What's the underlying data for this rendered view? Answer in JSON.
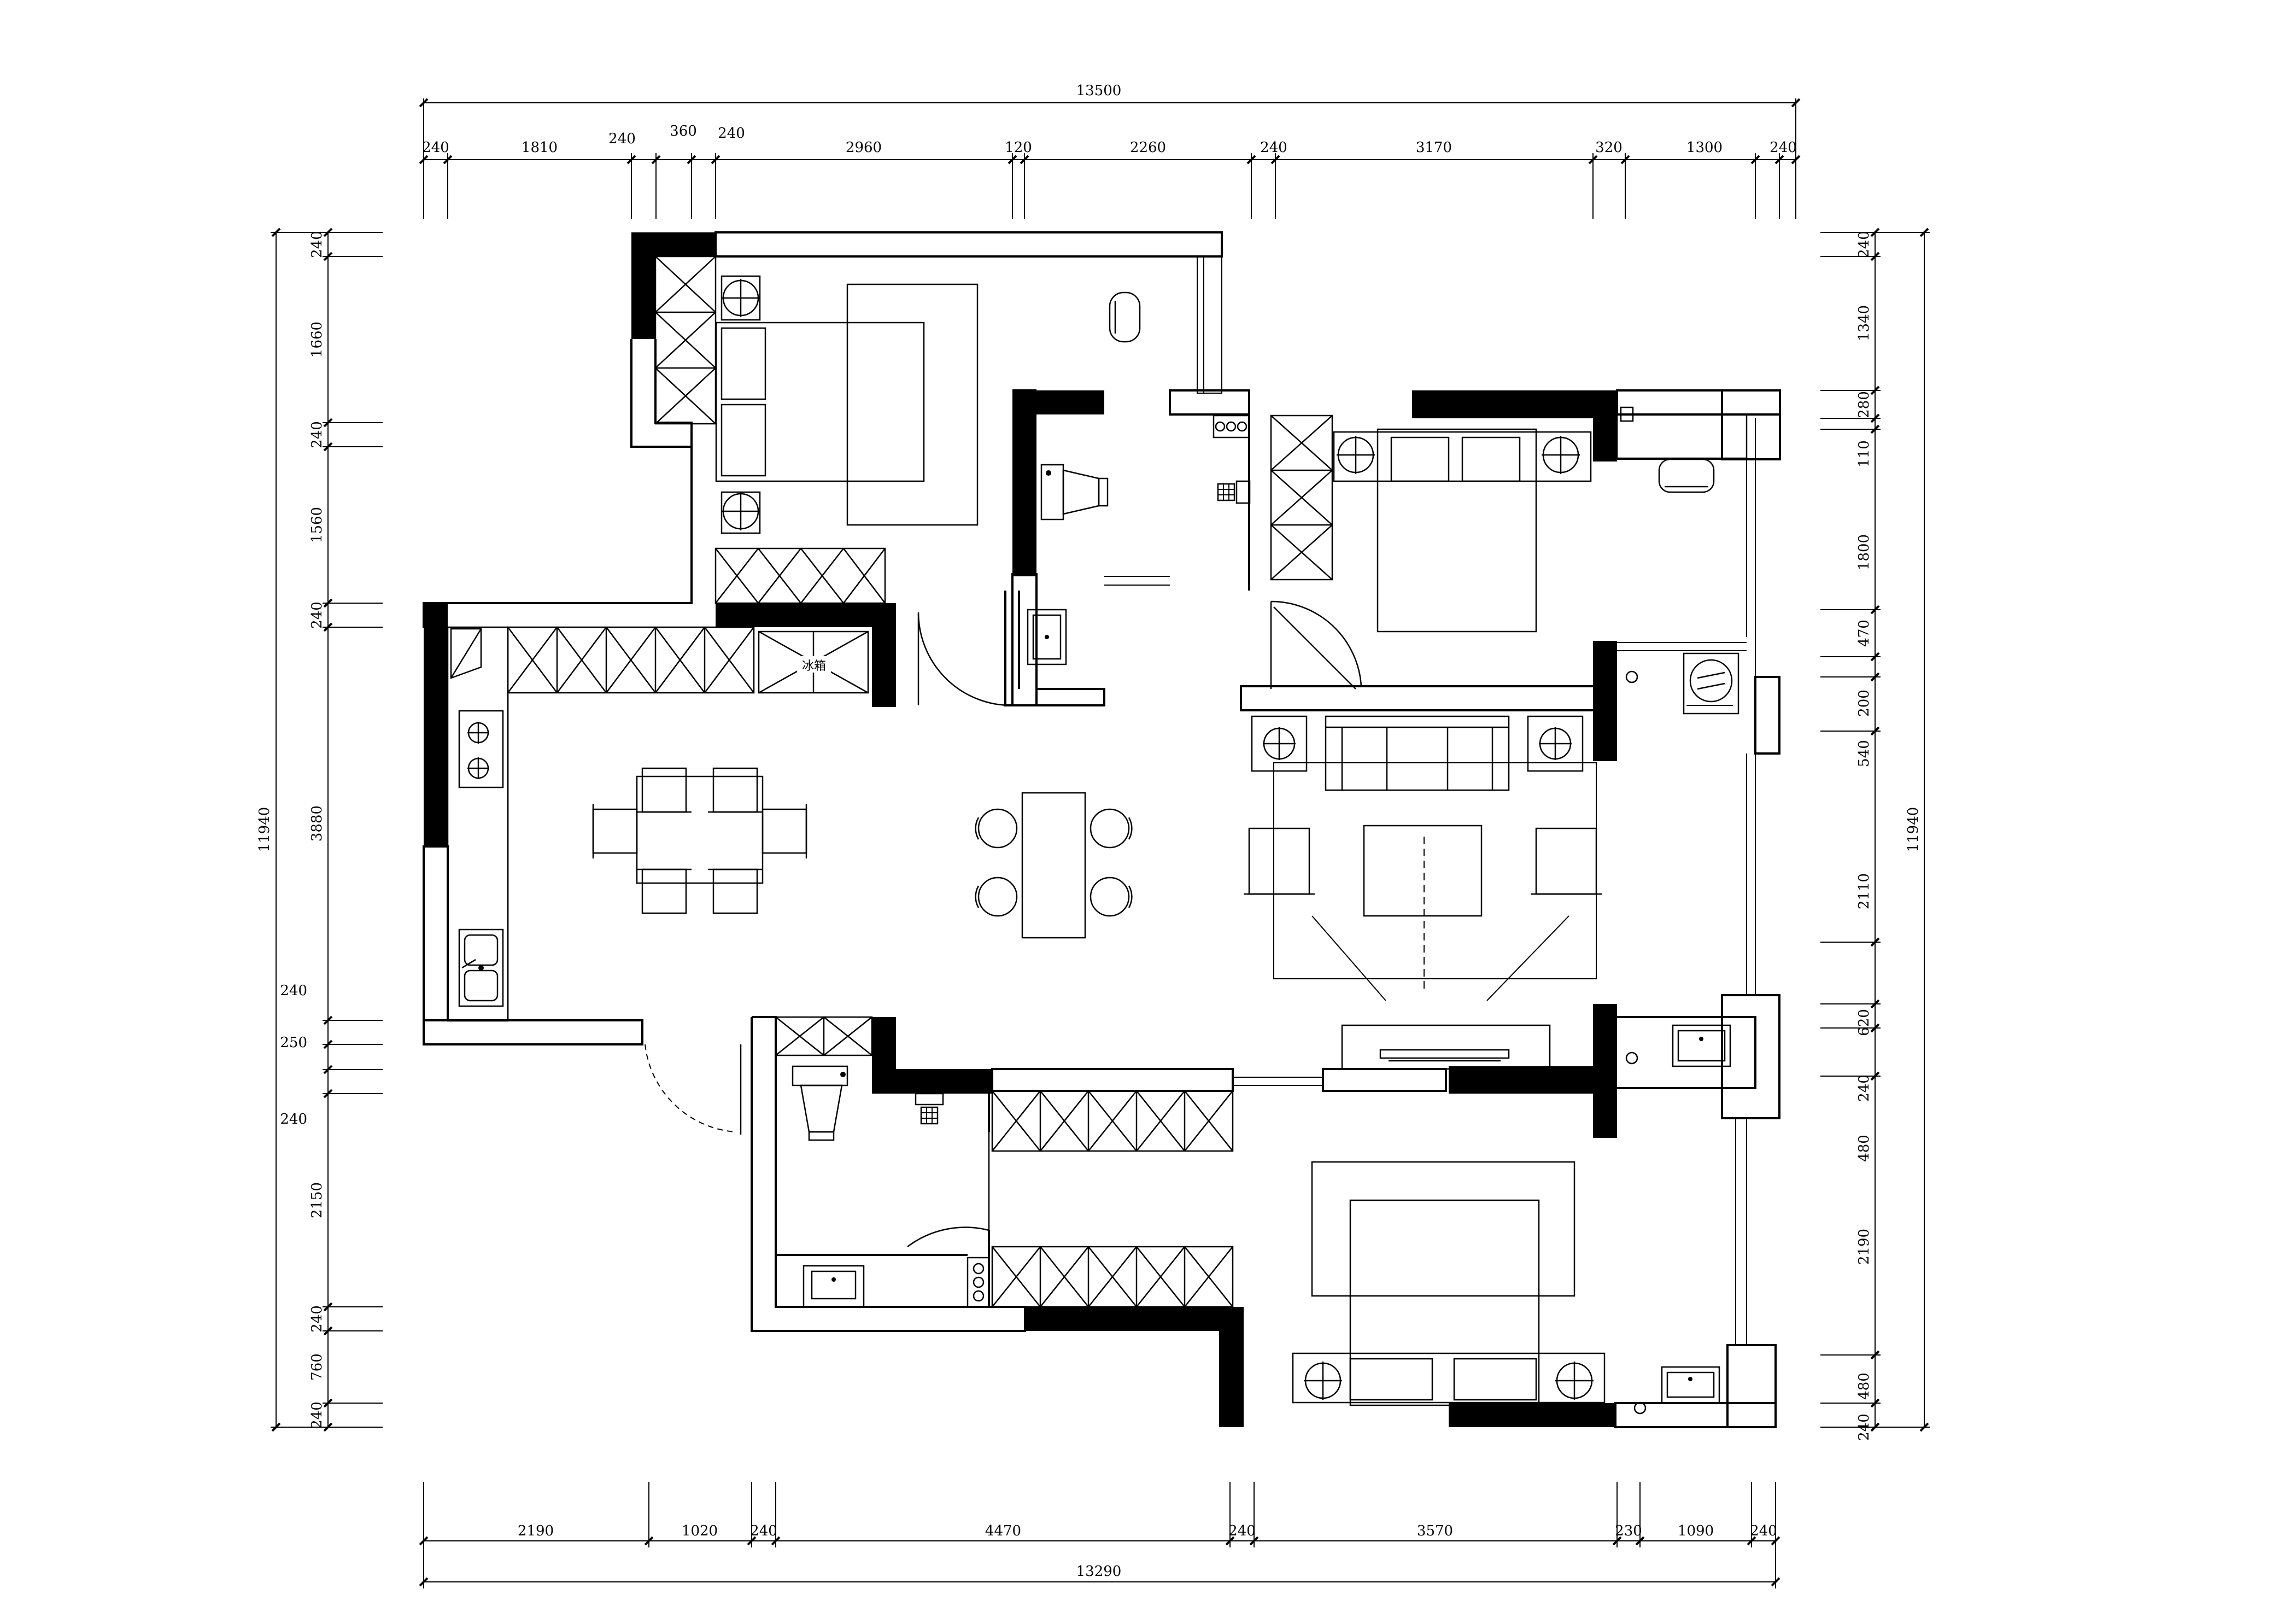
{
  "dimensions": {
    "top_total": "13500",
    "top_segments": [
      "240",
      "1810",
      "240",
      "360",
      "240",
      "2960",
      "120",
      "2260",
      "240",
      "3170",
      "320",
      "1300",
      "240"
    ],
    "bottom_segments": [
      "2190",
      "1020",
      "240",
      "4470",
      "240",
      "3570",
      "230",
      "1090",
      "240"
    ],
    "bottom_total": "13290",
    "left_total": "11940",
    "left_segments": [
      "240",
      "1660",
      "240",
      "1560",
      "240",
      "3880",
      "240",
      "250",
      "240",
      "2150",
      "240",
      "760",
      "240"
    ],
    "right_total": "11940",
    "right_segments": [
      "240",
      "1340",
      "280",
      "110",
      "1800",
      "470",
      "200",
      "540",
      "2110",
      "620",
      "240",
      "480",
      "2190",
      "480",
      "240"
    ]
  },
  "labels": {
    "fridge": "冰箱"
  },
  "colors": {
    "wall": "#000000",
    "line": "#000000",
    "background": "#ffffff"
  }
}
